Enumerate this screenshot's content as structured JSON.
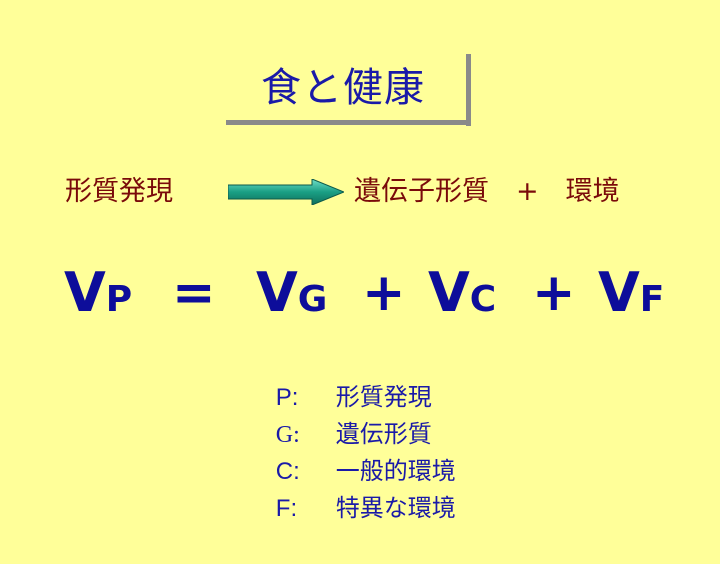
{
  "title": "食と健康",
  "relation": {
    "left": "形質発現",
    "right": "遺伝子形質　+　環境",
    "arrow_icon": "right-arrow-icon",
    "arrow_color": "#1a9f84"
  },
  "equation": {
    "terms": [
      {
        "v": "V",
        "sub": "P"
      },
      {
        "op": "="
      },
      {
        "v": "V",
        "sub": "G"
      },
      {
        "op": "+"
      },
      {
        "v": "V",
        "sub": "C"
      },
      {
        "op": "+"
      },
      {
        "v": "V",
        "sub": "F"
      }
    ]
  },
  "legend": [
    {
      "key": "P:",
      "value": "形質発現"
    },
    {
      "key": "G:",
      "value": "遺伝形質"
    },
    {
      "key": "C:",
      "value": "一般的環境"
    },
    {
      "key": "F:",
      "value": "特異な環境"
    }
  ],
  "colors": {
    "background": "#FFFF99",
    "title": "#1a1aa8",
    "relation_text": "#7a0a0a",
    "equation": "#0d0d9a"
  }
}
